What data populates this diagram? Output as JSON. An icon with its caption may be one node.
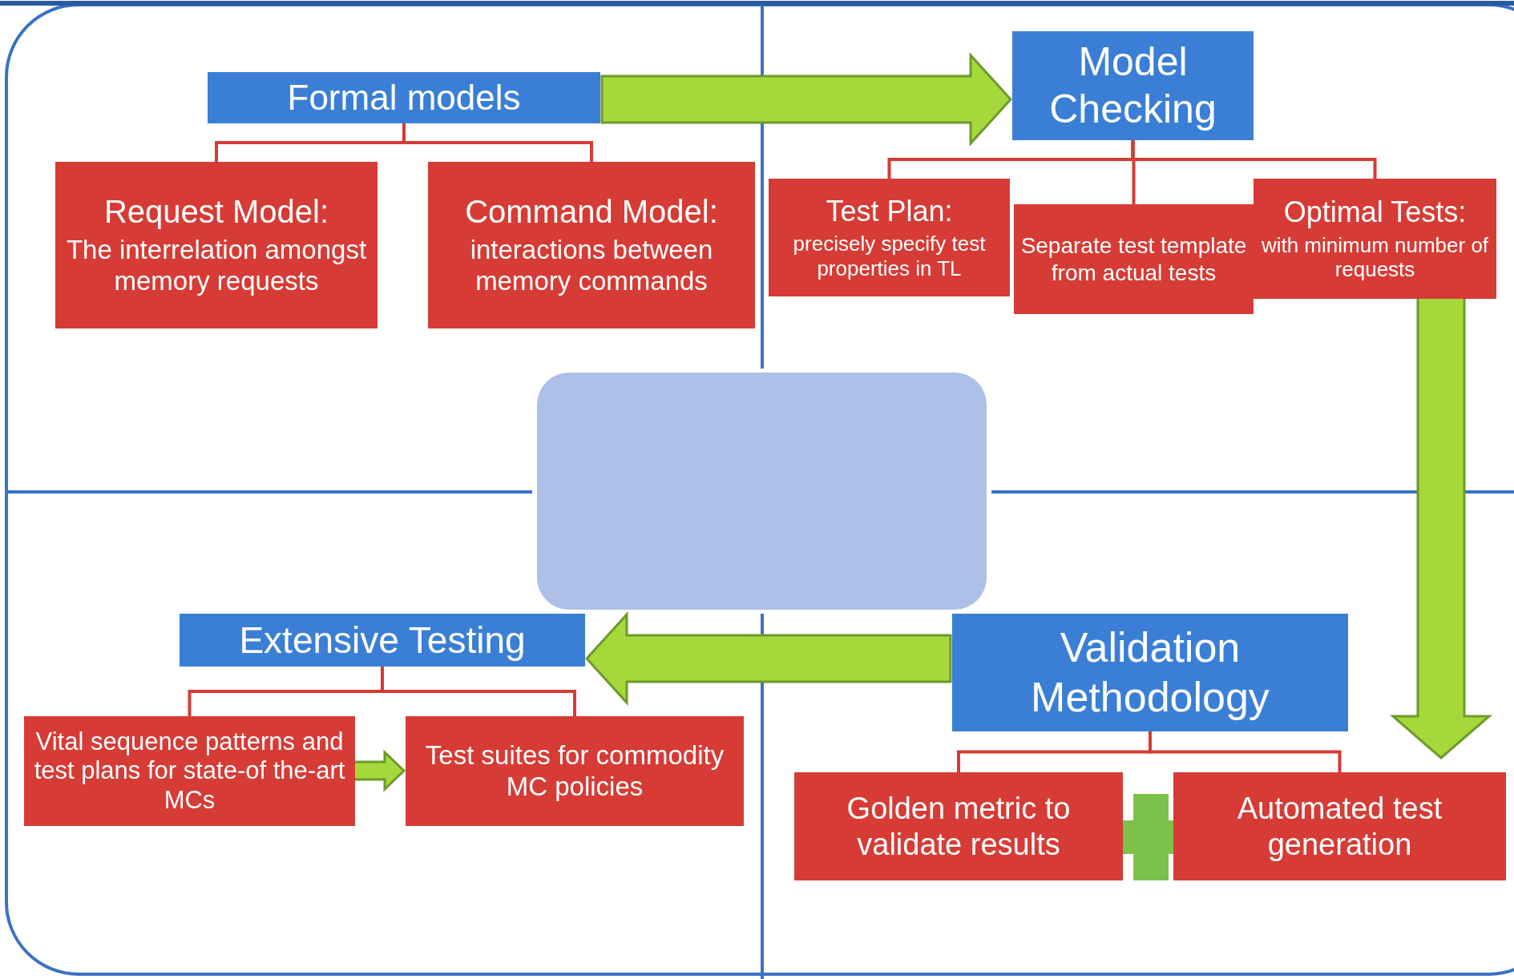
{
  "diagram": {
    "nodes": [
      {
        "text": [
          "Formal models"
        ]
      },
      {
        "text": [
          "Request Model:",
          "The interrelation amongst memory requests"
        ]
      },
      {
        "text": [
          "Command Model:",
          "interactions between memory commands"
        ]
      },
      {
        "text": [
          "Model Checking"
        ]
      },
      {
        "text": [
          "Test Plan:",
          "precisely specify test properties in TL"
        ]
      },
      {
        "text": [
          "Separate test template from actual tests"
        ]
      },
      {
        "text": [
          "Optimal Tests:",
          "with minimum number of requests"
        ]
      },
      {
        "text": [],
        "shape": "box"
      },
      {
        "text": [
          "Extensive Testing"
        ]
      },
      {
        "text": [
          "Vital sequence patterns and test plans for state-of the-art MCs"
        ]
      },
      {
        "text": [
          "Test suites for commodity MC policies"
        ]
      },
      {
        "text": [
          "Validation Methodology"
        ]
      },
      {
        "text": [
          "Golden metric to validate results"
        ]
      },
      {
        "text": [
          "Automated test generation"
        ]
      }
    ],
    "edges": [
      {
        "from": 0,
        "to": 3,
        "arrow": "to",
        "style": "thick",
        "color": "#a5d83a"
      },
      {
        "from": 6,
        "to": 13,
        "arrow": "to",
        "style": "thick",
        "color": "#a5d83a"
      },
      {
        "from": 11,
        "to": 8,
        "arrow": "to",
        "style": "thick",
        "color": "#a5d83a"
      },
      {
        "from": 9,
        "to": 10,
        "arrow": "to",
        "style": "thick",
        "color": "#a5d83a"
      },
      {
        "from": 0,
        "to": 1,
        "arrow": "none"
      },
      {
        "from": 0,
        "to": 2,
        "arrow": "none"
      },
      {
        "from": 3,
        "to": 4,
        "arrow": "none"
      },
      {
        "from": 3,
        "to": 5,
        "arrow": "none"
      },
      {
        "from": 3,
        "to": 6,
        "arrow": "none"
      },
      {
        "from": 8,
        "to": 9,
        "arrow": "none"
      },
      {
        "from": 8,
        "to": 10,
        "arrow": "none"
      },
      {
        "from": 11,
        "to": 12,
        "arrow": "none"
      },
      {
        "from": 11,
        "to": 13,
        "arrow": "none"
      }
    ]
  }
}
